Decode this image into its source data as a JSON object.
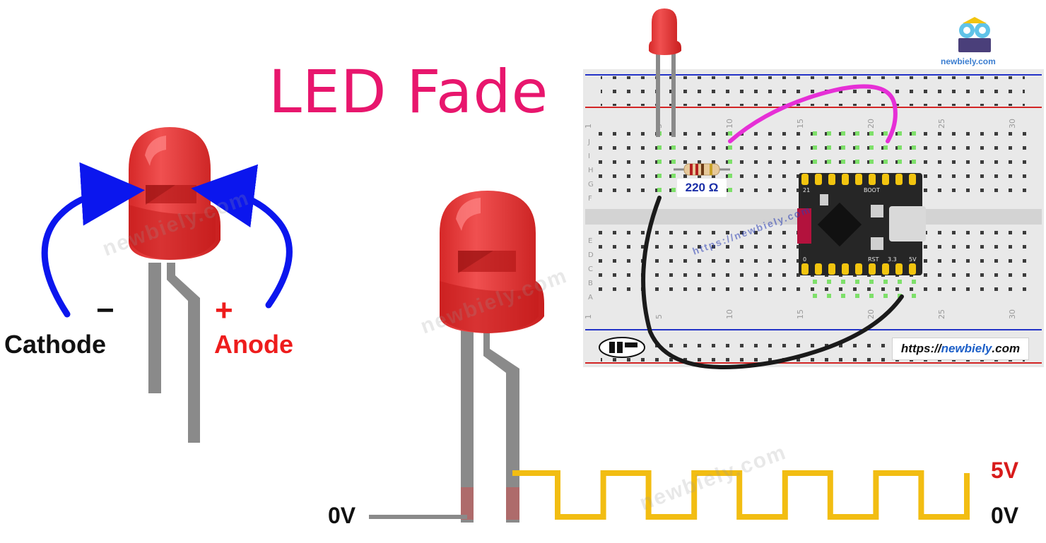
{
  "title": "LED Fade",
  "led_labels": {
    "cathode": "Cathode",
    "anode": "Anode",
    "minus": "−",
    "plus": "+"
  },
  "voltages": {
    "low_left": "0V",
    "high": "5V",
    "low_right": "0V"
  },
  "resistor_label": "220 Ω",
  "url_prefix": "https://",
  "url_domain": "newbiely",
  "url_suffix": ".com",
  "logo_text": "newbiely.com",
  "watermark": "newbiely.com",
  "watermark_board": "https://newbiely.com",
  "pwm_signal": {
    "cycles": 5,
    "high_level": "5V",
    "low_level": "0V"
  },
  "board_pin_labels": {
    "boot": "BOOT",
    "rst": "RST",
    "v33": "3.3",
    "v5": "5V",
    "gnd": "0",
    "d21": "21"
  },
  "breadboard_column_numbers": [
    "1",
    "5",
    "10",
    "15",
    "20",
    "25",
    "30"
  ],
  "breadboard_row_letters_top": [
    "J",
    "I",
    "H",
    "G",
    "F"
  ],
  "breadboard_row_letters_bottom": [
    "E",
    "D",
    "C",
    "B",
    "A"
  ],
  "colors": {
    "title": "#e8166d",
    "led_red": "#e23b3b",
    "arrow_blue": "#0b16ee",
    "pwm_yellow": "#f2bd12",
    "wire_pink": "#e62fd6",
    "wire_black": "#1a1a1a",
    "voltage_red": "#d81b1b"
  },
  "icons": [
    "led-icon",
    "resistor-icon",
    "microcontroller-board-icon",
    "owl-laptop-logo-icon",
    "diy-ables-logo-icon"
  ]
}
